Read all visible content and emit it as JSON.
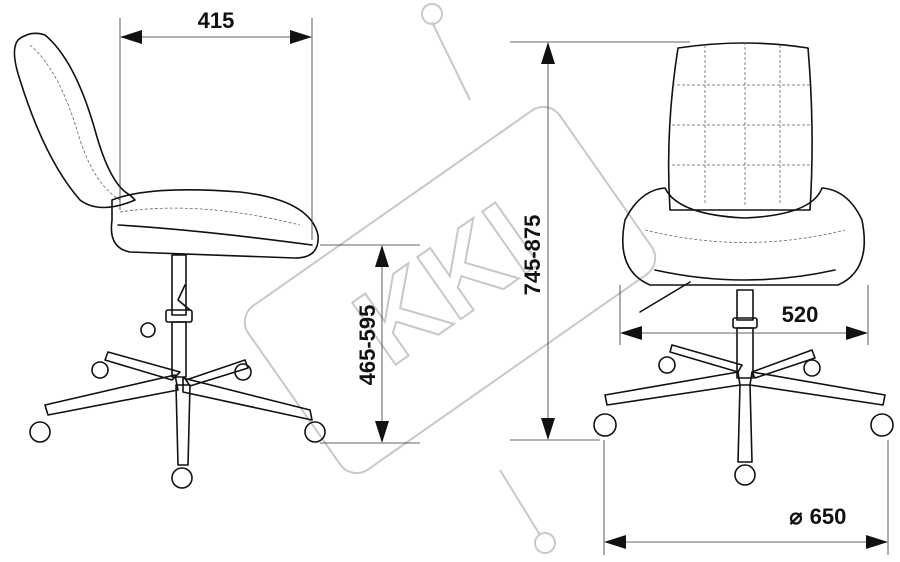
{
  "title": "Chair dimension drawing",
  "dimensions": {
    "seat_depth": "415",
    "seat_height": "465-595",
    "total_height": "745-875",
    "seat_width": "520",
    "base_diameter": "650",
    "diameter_symbol": "⌀"
  },
  "watermark": {
    "text": "KKI"
  }
}
